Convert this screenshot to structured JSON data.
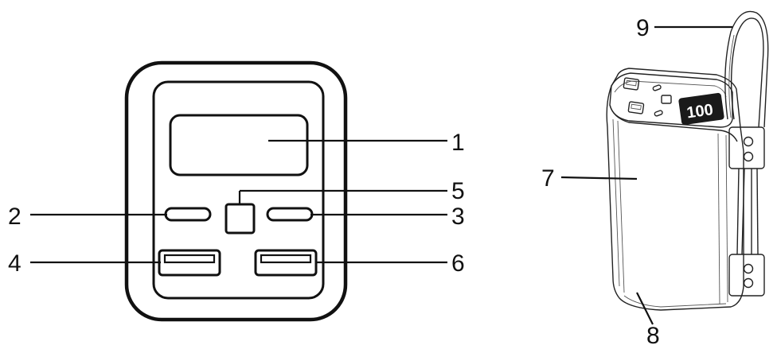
{
  "front_view": {
    "callouts": [
      {
        "id": "display",
        "label": "1"
      },
      {
        "id": "left-usb-c-port",
        "label": "2"
      },
      {
        "id": "right-usb-c-port",
        "label": "3"
      },
      {
        "id": "left-usb-a-port",
        "label": "4"
      },
      {
        "id": "power-button",
        "label": "5"
      },
      {
        "id": "right-usb-a-port",
        "label": "6"
      }
    ]
  },
  "side_view": {
    "screen_text": "100",
    "callouts": [
      {
        "id": "housing",
        "label": "7"
      },
      {
        "id": "bottom-edge",
        "label": "8"
      },
      {
        "id": "lanyard-strap",
        "label": "9"
      }
    ]
  }
}
